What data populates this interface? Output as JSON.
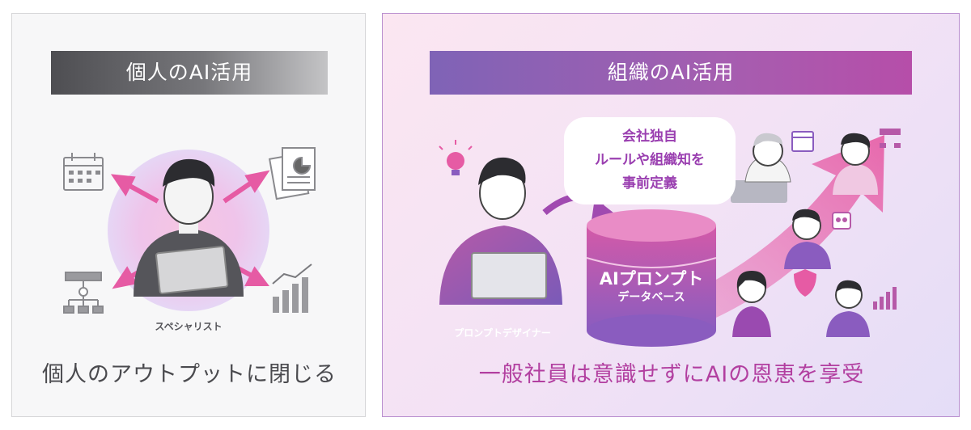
{
  "personal": {
    "header": "個人のAI活用",
    "role_label": "スペシャリスト",
    "caption": "個人のアウトプットに閉じる"
  },
  "organization": {
    "header": "組織のAI活用",
    "bubble_lines": [
      "会社独自",
      "ルールや組織知を",
      "事前定義"
    ],
    "database_title": "AIプロンプト",
    "database_subtitle": "データベース",
    "designer_label": "プロンプトデザイナー",
    "caption": "一般社員は意識せずにAIの恩恵を享受"
  },
  "colors": {
    "accent_pink": "#e65ba4",
    "accent_purple": "#8a5cbf",
    "caption_magenta": "#b23fa0"
  },
  "icons": [
    "calendar-icon",
    "document-chart-icon",
    "org-chart-icon",
    "bar-chart-icon",
    "lightbulb-icon",
    "shield-icon",
    "robot-icon"
  ]
}
